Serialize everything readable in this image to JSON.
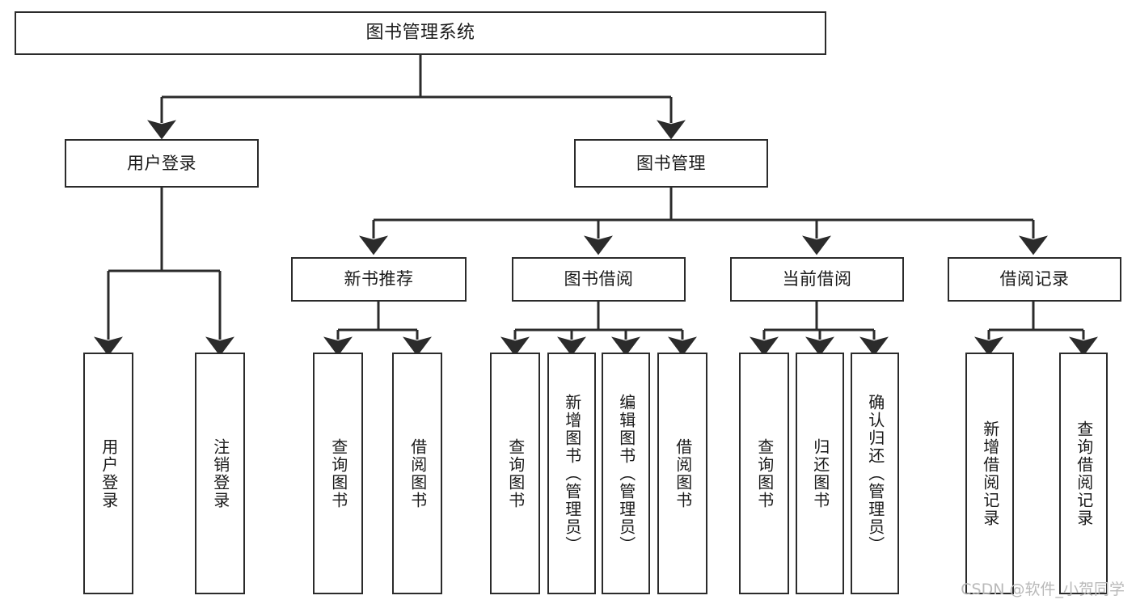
{
  "diagram": {
    "title": "图书管理系统",
    "type": "tree",
    "watermark": "CSDN @软件_小贺同学",
    "colors": {
      "box_border": "#2b2b2b",
      "box_fill": "#ffffff",
      "edge": "#2b2b2b",
      "text": "#1a1a1a",
      "watermark": "#b9b9b9",
      "background": "#ffffff"
    },
    "nodes": {
      "root": {
        "label": "图书管理系统"
      },
      "level1": [
        {
          "label": "用户登录"
        },
        {
          "label": "图书管理"
        }
      ],
      "level2": [
        {
          "label": "新书推荐"
        },
        {
          "label": "图书借阅"
        },
        {
          "label": "当前借阅"
        },
        {
          "label": "借阅记录"
        }
      ],
      "leaves_user_login": [
        {
          "label": "用户登录"
        },
        {
          "label": "注销登录"
        }
      ],
      "leaves_new_book": [
        {
          "label": "查询图书"
        },
        {
          "label": "借阅图书"
        }
      ],
      "leaves_borrow": [
        {
          "label": "查询图书"
        },
        {
          "label": "新增图书（管理员）"
        },
        {
          "label": "编辑图书（管理员）"
        },
        {
          "label": "借阅图书"
        }
      ],
      "leaves_current": [
        {
          "label": "查询图书"
        },
        {
          "label": "归还图书"
        },
        {
          "label": "确认归还（管理员）"
        }
      ],
      "leaves_records": [
        {
          "label": "新增借阅记录"
        },
        {
          "label": "查询借阅记录"
        }
      ]
    }
  }
}
